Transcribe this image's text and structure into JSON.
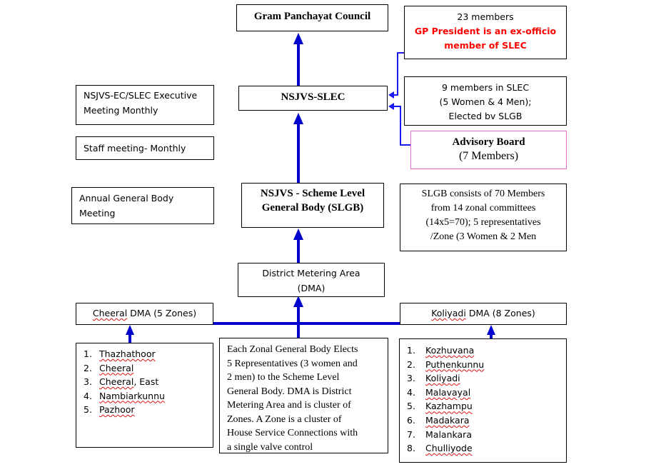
{
  "gram_panchayat": {
    "title": "Gram Panchayat Council"
  },
  "gp_note": {
    "line1": "23 members",
    "line2": "GP President is an ex-officio",
    "line3": "member of SLEC",
    "highlight_color": "#ff0000"
  },
  "slec": {
    "title": "NSJVS-SLEC"
  },
  "slec_members": {
    "line1": "9 members in SLEC",
    "line2": "(5 Women & 4 Men);",
    "line3": "Elected bv SLGB"
  },
  "advisory_board": {
    "line1": "Advisory Board",
    "line2": "(7 Members)",
    "border_color": "#e36fd0"
  },
  "meetings": {
    "executive": {
      "line1": "NSJVS-EC/SLEC Executive",
      "line2": "Meeting Monthly"
    },
    "staff": "Staff meeting- Monthly",
    "annual": {
      "line1": "Annual General Body",
      "line2": "Meeting"
    }
  },
  "slgb": {
    "line1": "NSJVS - Scheme Level",
    "line2": "General Body (SLGB)"
  },
  "slgb_note": {
    "line1": "SLGB consists of 70 Members",
    "line2": "from 14 zonal committees",
    "line3": "(14x5=70); 5 representatives",
    "line4": "/Zone (3 Women & 2 Men"
  },
  "dma": {
    "line1": "District Metering Area",
    "line2": "(DMA)"
  },
  "cheeral_dma": {
    "name": "Cheeral",
    "suffix": " DMA (5 Zones)"
  },
  "koliyadi_dma": {
    "name": "Koliyadi",
    "suffix": " DMA (8 Zones)"
  },
  "cheeral_zones": [
    {
      "num": "1.",
      "name": "Thazhathoor",
      "extra": ""
    },
    {
      "num": "2.",
      "name": "Cheeral",
      "extra": ""
    },
    {
      "num": "3.",
      "name": "Cheeral",
      "extra": ", East"
    },
    {
      "num": "4.",
      "name": "Nambiarkunnu",
      "extra": ""
    },
    {
      "num": "5.",
      "name": "Pazhoor",
      "extra": ""
    }
  ],
  "koliyadi_zones": [
    {
      "num": "1.",
      "name": "Kozhuvana",
      "extra": ""
    },
    {
      "num": "2.",
      "name": "Puthenkunnu",
      "extra": ""
    },
    {
      "num": "3.",
      "name": "Koliyadi",
      "extra": ""
    },
    {
      "num": "4.",
      "name": "Malavayal",
      "extra": ""
    },
    {
      "num": "5.",
      "name": "Kazhampu",
      "extra": ""
    },
    {
      "num": "6.",
      "name": "Madakara",
      "extra": ""
    },
    {
      "num": "7.",
      "name": "",
      "extra": "Malankara"
    },
    {
      "num": "8.",
      "name": "Chulliyode",
      "extra": ""
    }
  ],
  "zonal_note": {
    "lines": [
      "Each Zonal General Body Elects",
      "5 Representatives (3 women and",
      "2 men) to the Scheme Level",
      "General Body. DMA is District",
      "Metering Area and is cluster of",
      "Zones. A Zone is a cluster of",
      "House Service Connections with",
      "a single valve control"
    ]
  },
  "colors": {
    "connector": "#0000cc",
    "connector_thin": "#1a1aee"
  }
}
